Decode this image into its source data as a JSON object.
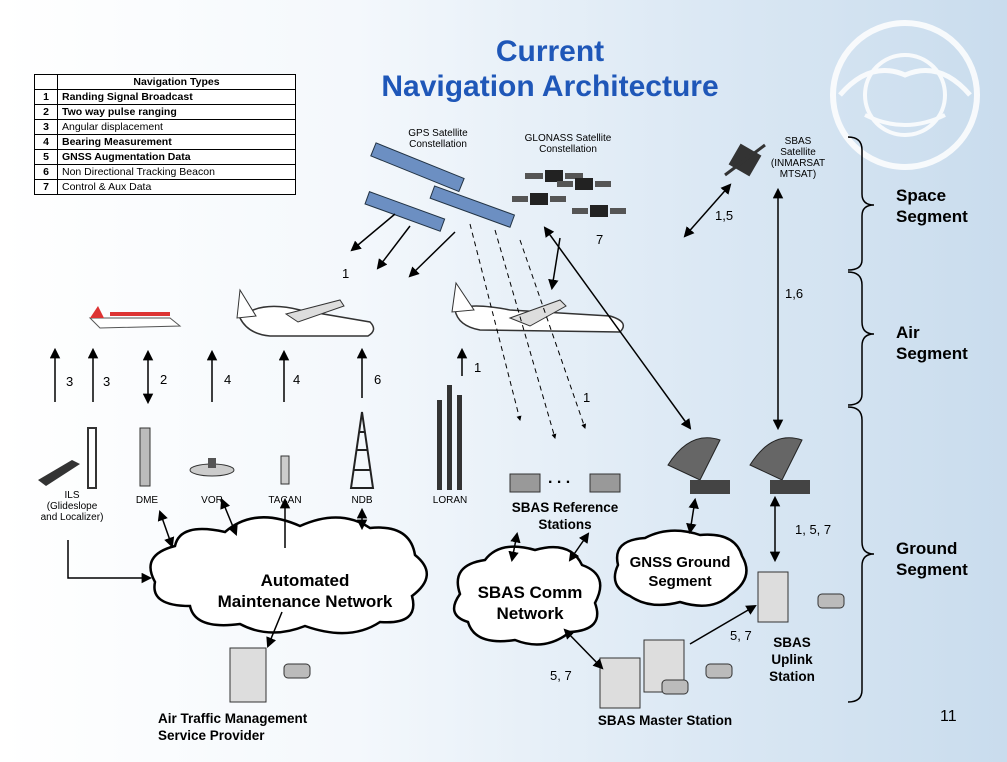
{
  "slide": {
    "title_line1": "Current",
    "title_line2": "Navigation Architecture",
    "page_number": "11"
  },
  "nav_table": {
    "header": "Navigation Types",
    "rows": [
      {
        "num": "1",
        "label": "Randing Signal Broadcast",
        "bold": true
      },
      {
        "num": "2",
        "label": "Two way pulse ranging",
        "bold": true
      },
      {
        "num": "3",
        "label": "Angular displacement",
        "bold": false
      },
      {
        "num": "4",
        "label": "Bearing Measurement",
        "bold": true
      },
      {
        "num": "5",
        "label": "GNSS Augmentation Data",
        "bold": true
      },
      {
        "num": "6",
        "label": "Non Directional Tracking Beacon",
        "bold": false
      },
      {
        "num": "7",
        "label": "Control & Aux Data",
        "bold": false
      }
    ]
  },
  "segments": {
    "space": [
      "Space",
      "Segment"
    ],
    "air": [
      "Air",
      "Segment"
    ],
    "ground": [
      "Ground",
      "Segment"
    ]
  },
  "satellites": {
    "gps": [
      "GPS Satellite",
      "Constellation"
    ],
    "glonass": [
      "GLONASS Satellite",
      "Constellation"
    ],
    "sbas": [
      "SBAS",
      "Satellite",
      "(INMARSAT",
      "MTSAT)"
    ]
  },
  "ground_stations": {
    "ils": [
      "ILS",
      "(Glideslope",
      "and Localizer)"
    ],
    "dme": "DME",
    "vor": "VOR",
    "tacan": "TACAN",
    "ndb": "NDB",
    "loran": "LORAN",
    "sbas_ref": [
      "SBAS Reference",
      "Stations"
    ],
    "sbas_ref_dots": ". . .",
    "sbas_uplink": [
      "SBAS",
      "Uplink",
      "Station"
    ],
    "sbas_master": "SBAS Master Station",
    "atm": [
      "Air Traffic Management",
      "Service Provider"
    ]
  },
  "networks": {
    "automated": [
      "Automated",
      "Maintenance Network"
    ],
    "sbas_comm": [
      "SBAS Comm",
      "Network"
    ],
    "gnss_ground": [
      "GNSS Ground",
      "Segment"
    ]
  },
  "link_labels": {
    "ils_a": "3",
    "ils_b": "3",
    "dme": "2",
    "vor": "4",
    "tacan": "4",
    "ndb": "6",
    "gps": "1",
    "loran": "1",
    "sbas_ref": "1",
    "glonass": "7",
    "sbas_sat": "1,5",
    "sbas_air": "1,6",
    "uplink": "1, 5, 7",
    "master_uplink": "5, 7",
    "master_comm": "5, 7"
  },
  "colors": {
    "title": "#1f57b8",
    "background_right": "#c9dced",
    "emblem": "#ffffff"
  }
}
